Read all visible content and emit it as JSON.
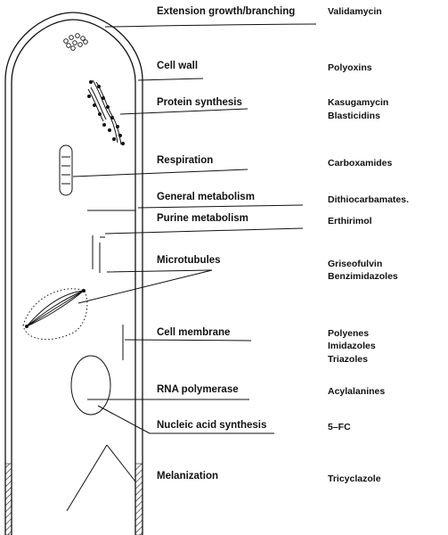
{
  "rows": [
    {
      "target": "Extension growth/branching",
      "drugs": [
        "Validamycin"
      ]
    },
    {
      "target": "Cell wall",
      "drugs": [
        "Polyoxins"
      ]
    },
    {
      "target": "Protein synthesis",
      "drugs": [
        "Kasugamycin",
        "Blasticidins"
      ]
    },
    {
      "target": "Respiration",
      "drugs": [
        "Carboxamides"
      ]
    },
    {
      "target": "General metabolism",
      "drugs": [
        "Dithiocarbamates."
      ]
    },
    {
      "target": "Purine metabolism",
      "drugs": [
        "Erthirimol"
      ]
    },
    {
      "target": "Microtubules",
      "drugs": [
        "Griseofulvin",
        "Benzimidazoles"
      ]
    },
    {
      "target": "Cell membrane",
      "drugs": [
        "Polyenes",
        "Imidazoles",
        "Triazoles"
      ]
    },
    {
      "target": "RNA polymerase",
      "drugs": [
        "Acylalanines"
      ]
    },
    {
      "target": "Nucleic acid synthesis",
      "drugs": [
        "5–FC"
      ]
    },
    {
      "target": "Melanization",
      "drugs": [
        "Tricyclazole"
      ]
    }
  ]
}
